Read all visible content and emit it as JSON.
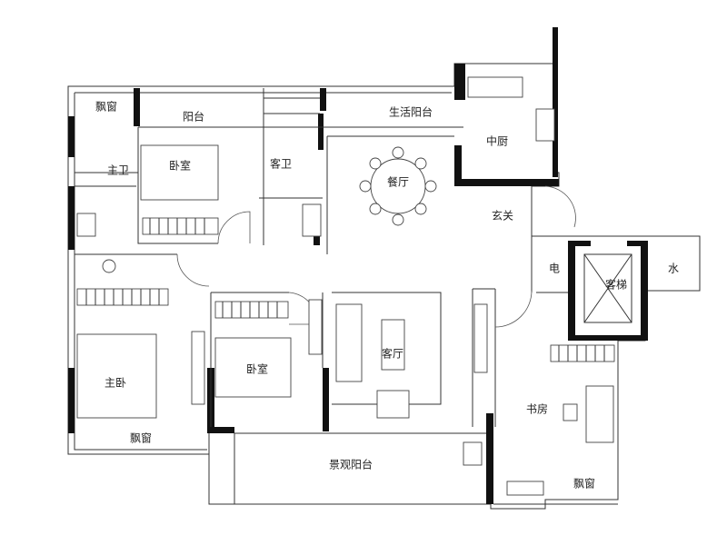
{
  "rooms": {
    "bay_window_top_left": "飘窗",
    "balcony": "阳台",
    "service_balcony": "生活阳台",
    "kitchen": "中厨",
    "master_bath": "主卫",
    "bedroom_north": "卧室",
    "guest_bath": "客卫",
    "dining": "餐厅",
    "foyer": "玄关",
    "electric_room": "电",
    "elevator": "客梯",
    "water_room": "水",
    "master_bedroom": "主卧",
    "bedroom_south": "卧室",
    "living_room": "客厅",
    "study": "书房",
    "bay_window_master": "飘窗",
    "landscape_balcony": "景观阳台",
    "bay_window_study": "飘窗"
  }
}
